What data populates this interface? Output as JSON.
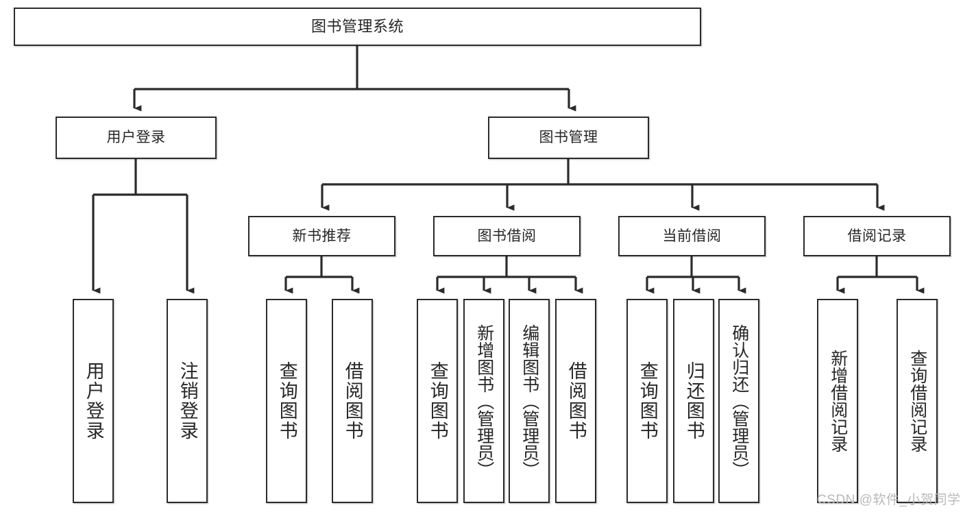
{
  "diagram": {
    "type": "tree-hierarchy",
    "title": "图书管理系统",
    "orientation": "top-down",
    "colors": {
      "box_stroke": "#2b2b2b",
      "box_fill": "#ffffff",
      "connector": "#2b2b2b",
      "text": "#262626",
      "watermark": "#b9b9b9",
      "background": "#ffffff"
    },
    "nodes": {
      "root": {
        "label": "图书管理系统"
      },
      "level2": [
        {
          "id": "user-login",
          "label": "用户登录"
        },
        {
          "id": "book-manage",
          "label": "图书管理"
        }
      ],
      "level3": [
        {
          "id": "new-book-recommend",
          "label": "新书推荐"
        },
        {
          "id": "book-borrow",
          "label": "图书借阅"
        },
        {
          "id": "current-borrow",
          "label": "当前借阅"
        },
        {
          "id": "borrow-record",
          "label": "借阅记录"
        }
      ],
      "leaves": {
        "user-login": [
          {
            "id": "leaf-user-login",
            "label": "用户登录"
          },
          {
            "id": "leaf-logout-login",
            "label": "注销登录"
          }
        ],
        "new-book-recommend": [
          {
            "id": "leaf-query-book-1",
            "label": "查询图书"
          },
          {
            "id": "leaf-borrow-book-1",
            "label": "借阅图书"
          }
        ],
        "book-borrow": [
          {
            "id": "leaf-query-book-2",
            "label": "查询图书"
          },
          {
            "id": "leaf-add-book-admin",
            "label": "新增图书（管理员）"
          },
          {
            "id": "leaf-edit-book-admin",
            "label": "编辑图书（管理员）"
          },
          {
            "id": "leaf-borrow-book-2",
            "label": "借阅图书"
          }
        ],
        "current-borrow": [
          {
            "id": "leaf-query-book-3",
            "label": "查询图书"
          },
          {
            "id": "leaf-return-book",
            "label": "归还图书"
          },
          {
            "id": "leaf-confirm-return-admin",
            "label": "确认归还（管理员）"
          }
        ],
        "borrow-record": [
          {
            "id": "leaf-add-borrow-record",
            "label": "新增借阅记录"
          },
          {
            "id": "leaf-query-borrow-record",
            "label": "查询借阅记录"
          }
        ]
      }
    },
    "watermark": "CSDN @软件_小贺同学"
  }
}
